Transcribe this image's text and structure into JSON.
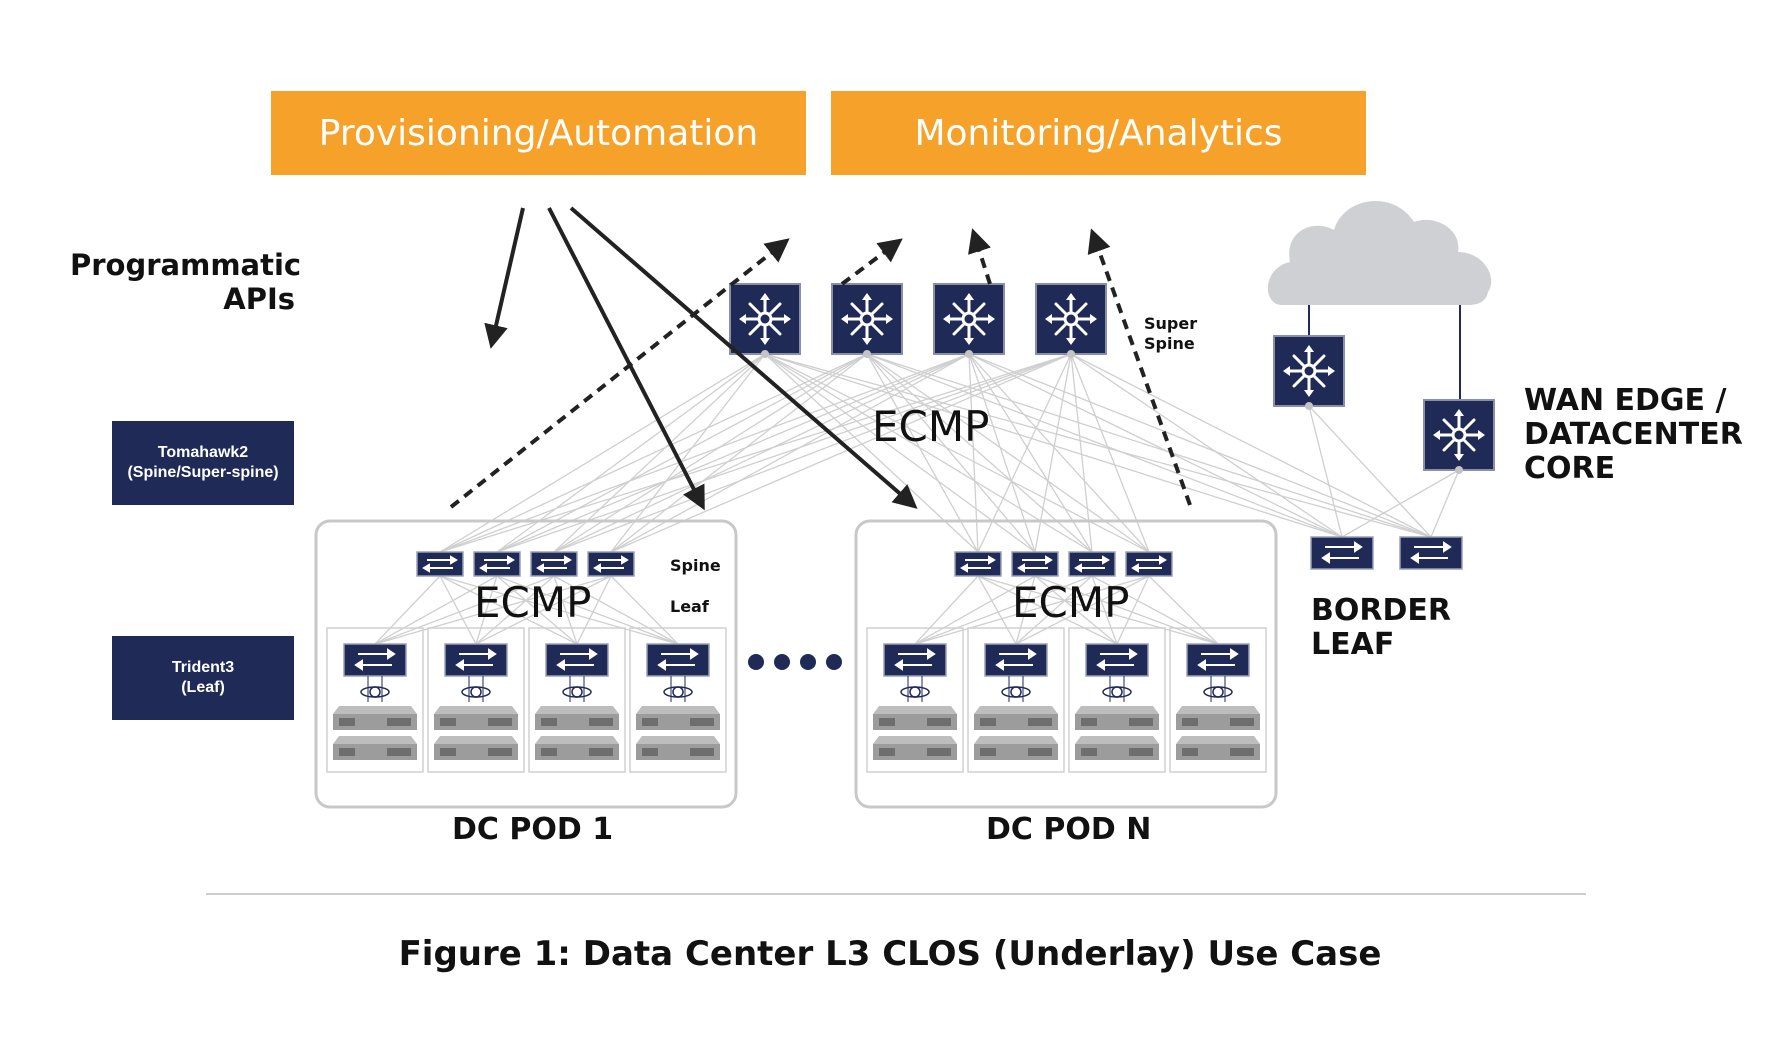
{
  "top_boxes": {
    "provisioning": "Provisioning/Automation",
    "monitoring": "Monitoring/Analytics"
  },
  "programmatic_apis": [
    "Programmatic",
    "APIs"
  ],
  "chip_labels": {
    "tomahawk": [
      "Tomahawk2",
      "(Spine/Super-spine)"
    ],
    "trident": [
      "Trident3",
      "(Leaf)"
    ]
  },
  "super_spine_label": [
    "Super",
    "Spine"
  ],
  "ecmp_label": "ECMP",
  "spine_label": "Spine",
  "leaf_label": "Leaf",
  "pods": {
    "pod1": "DC POD 1",
    "podn": "DC POD N"
  },
  "wan_edge": [
    "WAN EDGE /",
    "DATACENTER",
    "CORE"
  ],
  "border_leaf": [
    "BORDER",
    "LEAF"
  ],
  "caption": "Figure 1: Data Center L3 CLOS (Underlay) Use Case",
  "colors": {
    "orange": "#f5a12a",
    "navy": "#1f2a57",
    "link_gray": "#cfcfcf",
    "arrow": "#222222",
    "cloud": "#cfd0d3"
  },
  "icons": {
    "super_spine_switch": "router-star-icon",
    "spine_switch": "switch-arrows-icon",
    "server": "server-rack-icon",
    "cloud": "cloud-icon"
  }
}
